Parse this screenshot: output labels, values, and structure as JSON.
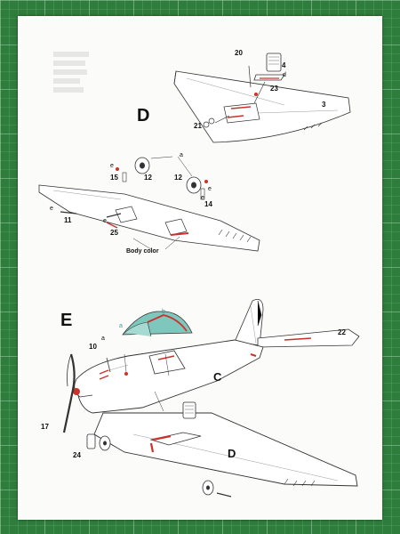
{
  "sections": [
    {
      "id": "D",
      "label": "D",
      "callouts": [
        "20",
        "4",
        "d",
        "23",
        "3",
        "21"
      ]
    },
    {
      "id": "wing",
      "callouts": [
        "a",
        "e",
        "15",
        "12",
        "12",
        "e",
        "e",
        "14",
        "e",
        "11",
        "e",
        "25"
      ],
      "caption": "Body color"
    },
    {
      "id": "E",
      "label": "E",
      "callouts": [
        "a",
        "b",
        "10",
        "a",
        "22",
        "C",
        "17",
        "24",
        "D"
      ]
    }
  ],
  "colors": {
    "mat": "#2f7d3c",
    "grid": "#8cc79a",
    "paper": "#fbfbf9",
    "accent_red": "#c9332c",
    "canopy_teal": "#7fc7bd",
    "label_teal": "#3e9e95"
  }
}
